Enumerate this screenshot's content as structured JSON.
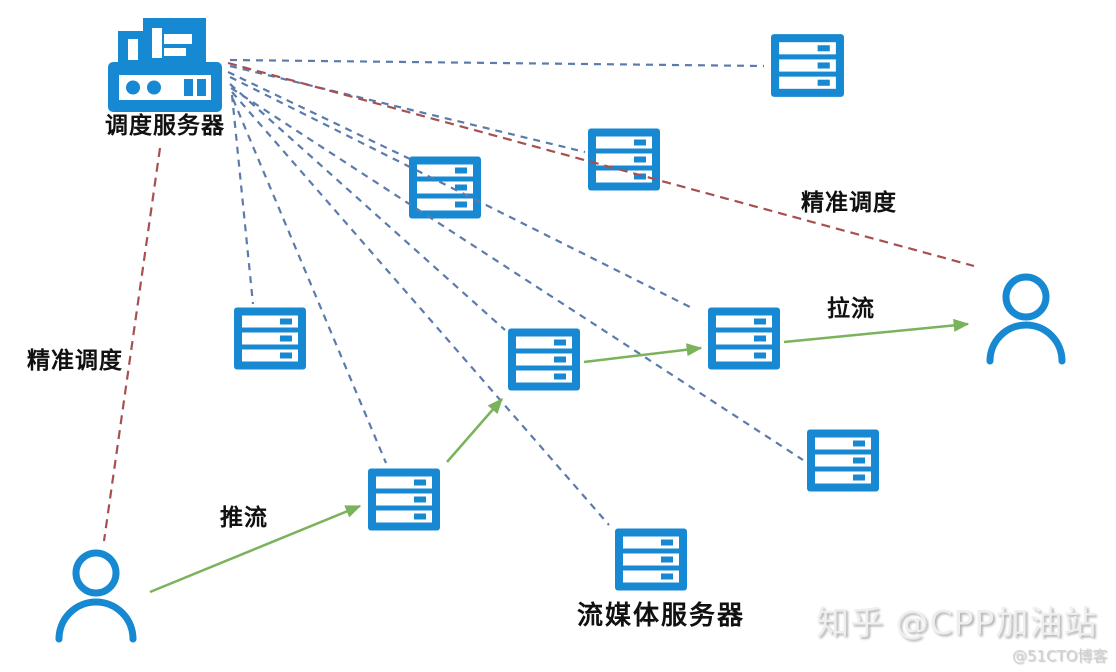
{
  "diagram": {
    "scheduler": {
      "label": "调度服务器",
      "icon": "scheduler-server-icon"
    },
    "streaming_servers": {
      "caption": "流媒体服务器",
      "icon": "server-rack-icon",
      "count": 9
    },
    "users": {
      "icon": "person-icon",
      "count": 2,
      "roles": [
        "publisher",
        "viewer"
      ]
    },
    "edge_labels": {
      "precise_scheduling_right": "精准调度",
      "precise_scheduling_left": "精准调度",
      "pull_stream": "拉流",
      "push_stream": "推流"
    },
    "connections": [
      {
        "from": "scheduler",
        "to": "server-1",
        "style": "blue-dashed"
      },
      {
        "from": "scheduler",
        "to": "server-2",
        "style": "blue-dashed"
      },
      {
        "from": "scheduler",
        "to": "server-3",
        "style": "blue-dashed"
      },
      {
        "from": "scheduler",
        "to": "server-4",
        "style": "blue-dashed"
      },
      {
        "from": "scheduler",
        "to": "server-5",
        "style": "blue-dashed"
      },
      {
        "from": "scheduler",
        "to": "server-6",
        "style": "blue-dashed"
      },
      {
        "from": "scheduler",
        "to": "server-7",
        "style": "blue-dashed"
      },
      {
        "from": "scheduler",
        "to": "server-8",
        "style": "blue-dashed"
      },
      {
        "from": "scheduler",
        "to": "server-9",
        "style": "blue-dashed"
      },
      {
        "from": "scheduler",
        "to": "viewer-user",
        "style": "red-dashed",
        "label": "精准调度"
      },
      {
        "from": "scheduler",
        "to": "publisher-user",
        "style": "red-dashed",
        "label": "精准调度"
      },
      {
        "from": "publisher-user",
        "to": "server-8",
        "style": "green-arrow",
        "label": "推流"
      },
      {
        "from": "server-8",
        "to": "server-5",
        "style": "green-arrow"
      },
      {
        "from": "server-5",
        "to": "server-6",
        "style": "green-arrow"
      },
      {
        "from": "server-6",
        "to": "viewer-user",
        "style": "green-arrow",
        "label": "拉流"
      }
    ],
    "colors": {
      "icon_blue": "#1789d2",
      "dashed_blue": "#5b7cab",
      "dashed_red": "#a65050",
      "arrow_green": "#7ab35b",
      "label_text": "#111111"
    }
  },
  "watermark": {
    "zhihu": "知乎 @CPP加油站",
    "cto_blog": "@51CTO博客"
  }
}
